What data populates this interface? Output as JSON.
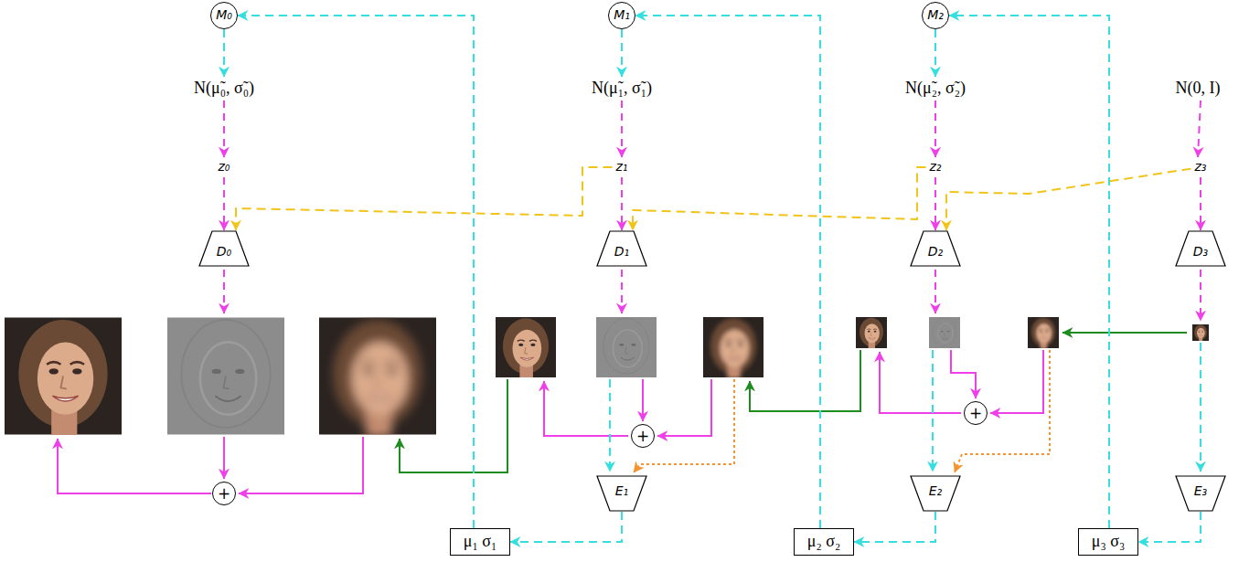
{
  "diagram": {
    "nodes": [
      {
        "text": [
          "M₀"
        ]
      },
      {
        "text": [
          "M₁"
        ]
      },
      {
        "text": [
          "M₂"
        ]
      },
      {
        "text": [
          "N(μ̃₀, σ̃₀)"
        ]
      },
      {
        "text": [
          "N(μ̃₁, σ̃₁)"
        ]
      },
      {
        "text": [
          "N(μ̃₂, σ̃₂)"
        ]
      },
      {
        "text": [
          "N(0, I)"
        ]
      },
      {
        "text": [
          "z₀"
        ]
      },
      {
        "text": [
          "z₁"
        ]
      },
      {
        "text": [
          "z₂"
        ]
      },
      {
        "text": [
          "z₃"
        ]
      },
      {
        "text": [
          "D₀"
        ]
      },
      {
        "text": [
          "D₁"
        ]
      },
      {
        "text": [
          "D₂"
        ]
      },
      {
        "text": [
          "D₃"
        ]
      },
      {
        "text": [
          "+"
        ]
      },
      {
        "text": [
          "+"
        ]
      },
      {
        "text": [
          "+"
        ]
      },
      {
        "text": [
          "E₁"
        ]
      },
      {
        "text": [
          "E₂"
        ]
      },
      {
        "text": [
          "E₃"
        ]
      },
      {
        "text": [
          "μ₁ σ₁"
        ]
      },
      {
        "text": [
          "μ₂ σ₂"
        ]
      },
      {
        "text": [
          "μ₃ σ₃"
        ]
      }
    ],
    "edges": [
      {
        "from": 0,
        "to": 3,
        "arrow": "to"
      },
      {
        "from": 1,
        "to": 4,
        "arrow": "to"
      },
      {
        "from": 2,
        "to": 5,
        "arrow": "to"
      },
      {
        "from": 3,
        "to": 7,
        "arrow": "to"
      },
      {
        "from": 4,
        "to": 8,
        "arrow": "to"
      },
      {
        "from": 5,
        "to": 9,
        "arrow": "to"
      },
      {
        "from": 6,
        "to": 10,
        "arrow": "to"
      },
      {
        "from": 7,
        "to": 11,
        "arrow": "to"
      },
      {
        "from": 8,
        "to": 12,
        "arrow": "to"
      },
      {
        "from": 9,
        "to": 13,
        "arrow": "to"
      },
      {
        "from": 10,
        "to": 14,
        "arrow": "to"
      },
      {
        "from": 8,
        "to": 11,
        "arrow": "to"
      },
      {
        "from": 9,
        "to": 12,
        "arrow": "to"
      },
      {
        "from": 10,
        "to": 13,
        "arrow": "to"
      },
      {
        "from": 18,
        "to": 21,
        "arrow": "to"
      },
      {
        "from": 19,
        "to": 22,
        "arrow": "to"
      },
      {
        "from": 20,
        "to": 23,
        "arrow": "to"
      },
      {
        "from": 21,
        "to": 0,
        "arrow": "to"
      },
      {
        "from": 22,
        "to": 1,
        "arrow": "to"
      },
      {
        "from": 23,
        "to": 2,
        "arrow": "to"
      }
    ]
  }
}
